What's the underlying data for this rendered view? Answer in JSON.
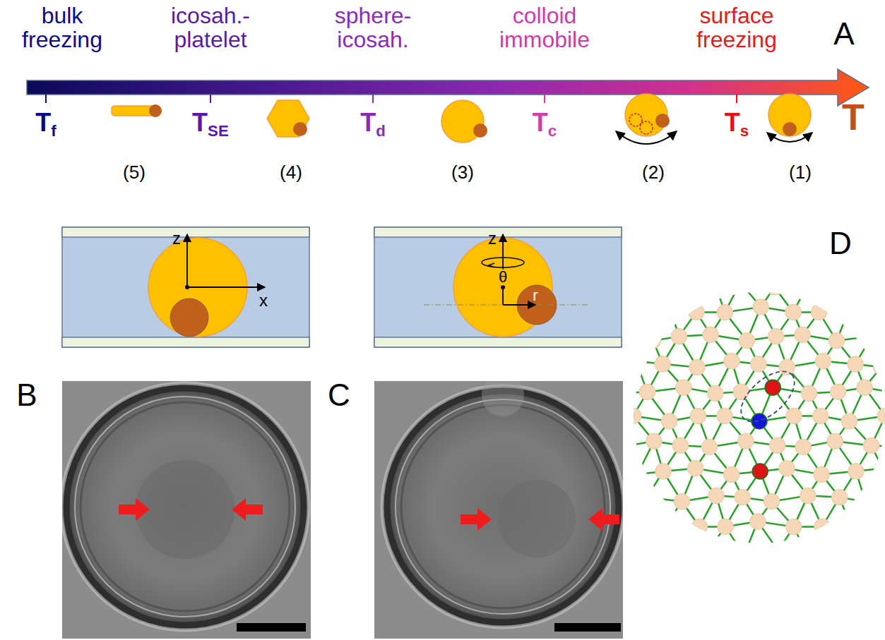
{
  "diagram": {
    "labels": [
      "bulk freezing",
      "icosah.- platelet",
      "sphere- icosah.",
      "colloid immobile",
      "surface freezing",
      "A",
      "Tf",
      "TSE",
      "Td",
      "Tc",
      "Ts",
      "T",
      "(5)",
      "(4)",
      "(3)",
      "(2)",
      "(1)",
      "z",
      "x",
      "z",
      "θ",
      "r",
      "D",
      "B",
      "C"
    ]
  }
}
